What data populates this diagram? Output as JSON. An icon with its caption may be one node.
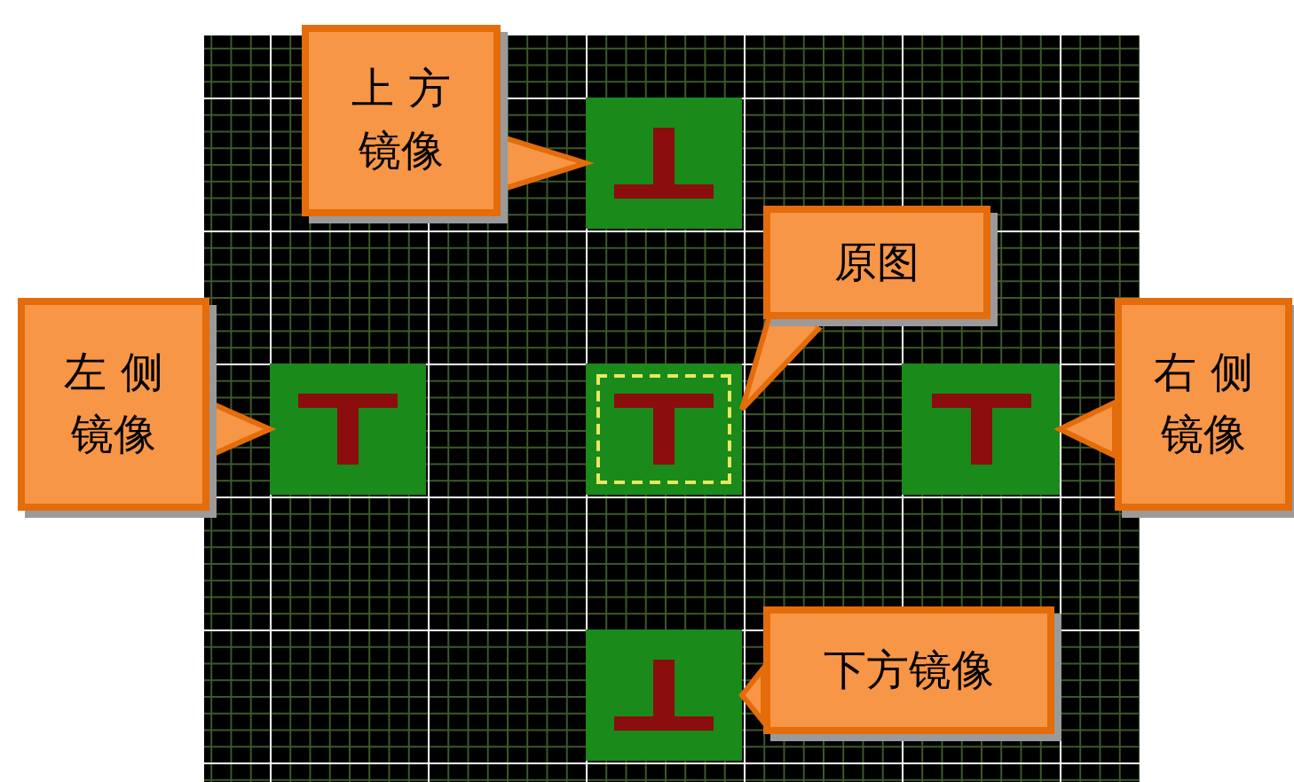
{
  "diagram": {
    "nodes": [
      {
        "text": [
          "上 方镜像"
        ]
      },
      {
        "text": [],
        "shape": "box"
      },
      {
        "text": [
          "原图"
        ]
      },
      {
        "text": [
          "左 侧镜像"
        ]
      },
      {
        "text": [],
        "shape": "box"
      },
      {
        "text": [],
        "shape": "box"
      },
      {
        "text": [],
        "shape": "box"
      },
      {
        "text": [
          "右 侧镜像"
        ]
      },
      {
        "text": [],
        "shape": "box"
      },
      {
        "text": [
          "下方镜像"
        ]
      }
    ],
    "edges": [
      {
        "from": 0,
        "to": 1,
        "arrow": "to"
      },
      {
        "from": 2,
        "to": 5,
        "arrow": "to"
      },
      {
        "from": 3,
        "to": 4,
        "arrow": "to"
      },
      {
        "from": 7,
        "to": 6,
        "arrow": "to"
      },
      {
        "from": 9,
        "to": 8,
        "arrow": "to"
      }
    ]
  }
}
